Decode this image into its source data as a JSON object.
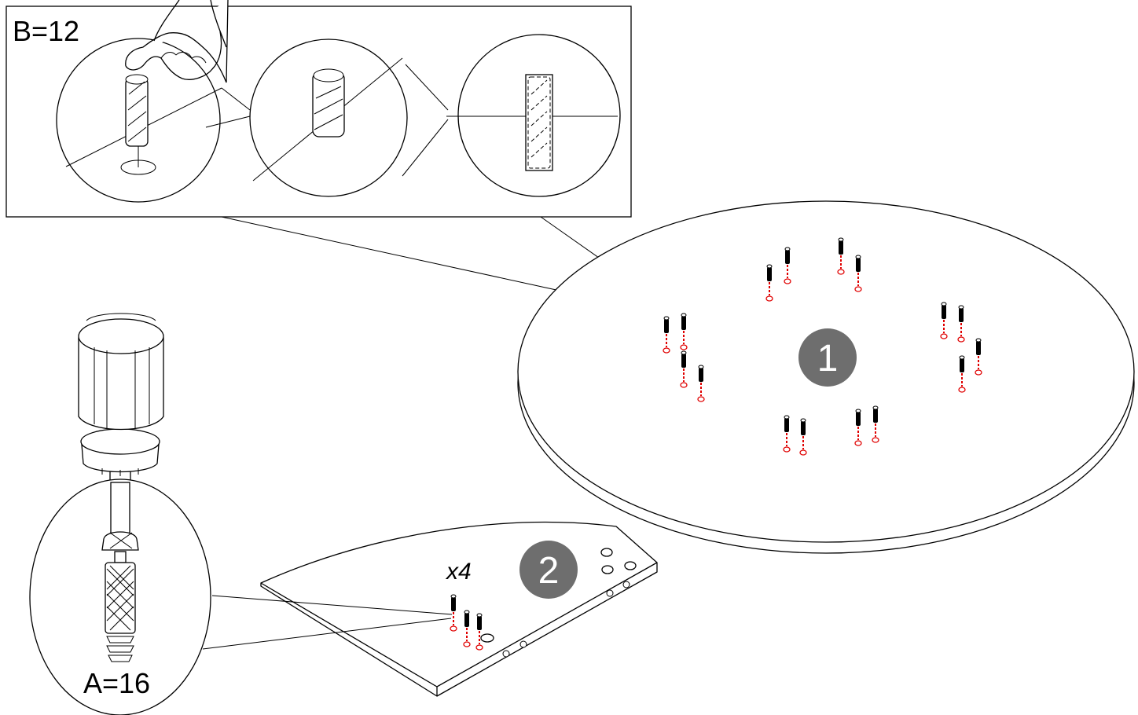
{
  "labels": {
    "part_b": "B=12",
    "part_a": "A=16",
    "quantity": "x4"
  },
  "steps": [
    {
      "number": "1"
    },
    {
      "number": "2"
    }
  ],
  "colors": {
    "line": "#000000",
    "step_badge": "#6e6e6e",
    "dowel_guide": "#e00000"
  },
  "icons": [
    "hand-icon",
    "dowel-icon",
    "cam-bolt-icon",
    "screwdriver-bit-tool-icon"
  ]
}
